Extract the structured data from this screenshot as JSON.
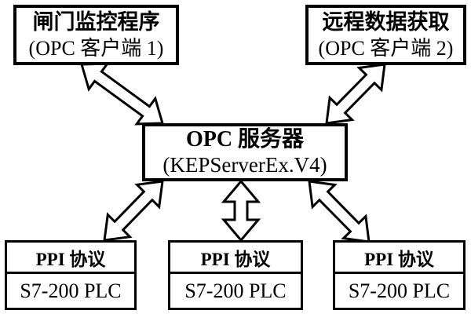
{
  "diagram": {
    "title": "OPC client-server PLC architecture",
    "colors": {
      "line": "#000000",
      "background": "#ffffff",
      "arrow_fill": "#ffffff"
    },
    "nodes": {
      "client1": {
        "line1": "闸门监控程序",
        "line2": "(OPC 客户端 1)"
      },
      "client2": {
        "line1": "远程数据获取",
        "line2": "(OPC 客户端 2)"
      },
      "server": {
        "line1": "OPC 服务器",
        "line2": "(KEPServerEx.V4)"
      },
      "plcs": [
        {
          "protocol": "PPI 协议",
          "device": "S7-200 PLC"
        },
        {
          "protocol": "PPI 协议",
          "device": "S7-200 PLC"
        },
        {
          "protocol": "PPI 协议",
          "device": "S7-200 PLC"
        }
      ]
    },
    "connections": [
      {
        "from": "client1",
        "to": "server",
        "style": "hollow-double-arrow"
      },
      {
        "from": "client2",
        "to": "server",
        "style": "hollow-double-arrow"
      },
      {
        "from": "server",
        "to": "plc-left",
        "style": "hollow-double-arrow"
      },
      {
        "from": "server",
        "to": "plc-center",
        "style": "hollow-double-arrow"
      },
      {
        "from": "server",
        "to": "plc-right",
        "style": "hollow-double-arrow"
      }
    ]
  }
}
